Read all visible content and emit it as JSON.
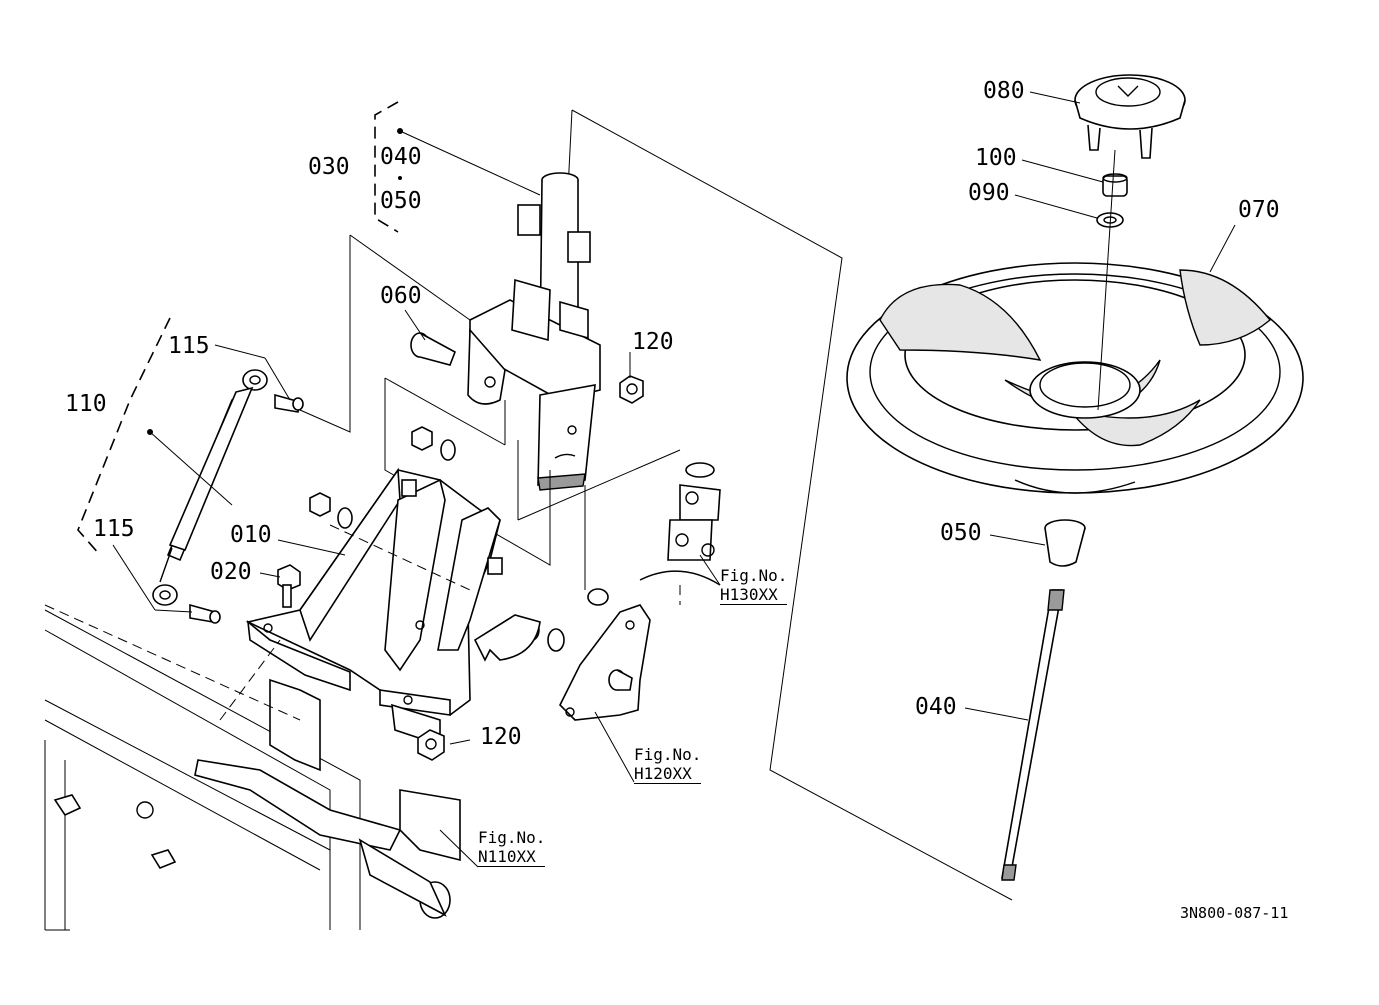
{
  "part_labels": {
    "p010": "010",
    "p020": "020",
    "p030": "030",
    "p040_group": "040",
    "p050_group": "050",
    "p040": "040",
    "p050": "050",
    "p060": "060",
    "p070": "070",
    "p080": "080",
    "p090": "090",
    "p100": "100",
    "p110": "110",
    "p115_top": "115",
    "p115_bottom": "115",
    "p120_top": "120",
    "p120_bottom": "120"
  },
  "figure_refs": {
    "h130": {
      "prefix": "Fig.No.",
      "code": "H130XX"
    },
    "h120": {
      "prefix": "Fig.No.",
      "code": "H120XX"
    },
    "n110": {
      "prefix": "Fig.No.",
      "code": "N110XX"
    }
  },
  "document_id": "3N800-087-11"
}
